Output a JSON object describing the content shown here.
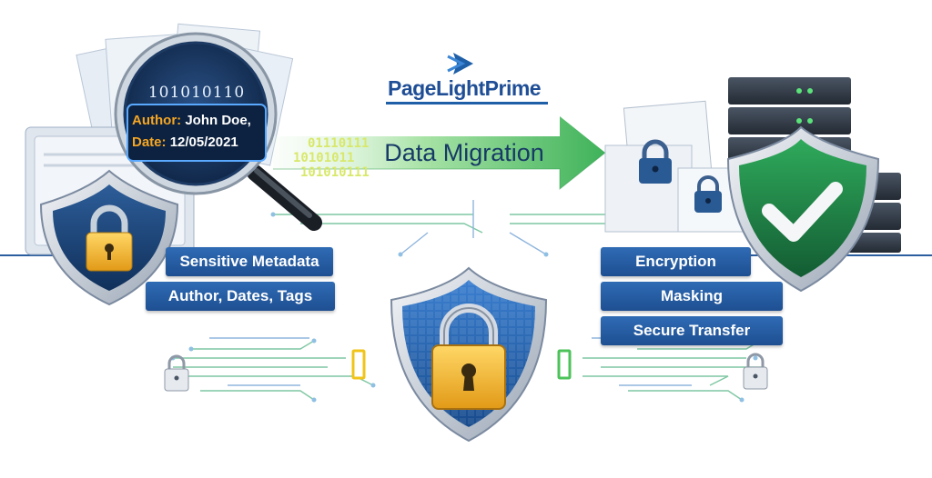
{
  "logo": {
    "text": "PageLightPrime"
  },
  "flow": {
    "arrow_label": "Data Migration",
    "bits": [
      "01110111",
      "10101011",
      "101010111"
    ]
  },
  "magnifier": {
    "binary": "101010110",
    "author_key": "Author:",
    "author_value": "John Doe,",
    "date_key": "Date:",
    "date_value": "12/05/2021"
  },
  "left_labels": {
    "primary": "Sensitive Metadata",
    "secondary": "Author, Dates, Tags"
  },
  "right_labels": [
    "Encryption",
    "Masking",
    "Secure Transfer"
  ],
  "colors": {
    "brand_blue": "#1f4e96",
    "label_blue": "#2a62a8",
    "arrow_green": "#5cc36b",
    "shield_green": "#1e8a4a",
    "padlock_gold": "#f2b532",
    "key_orange": "#f5a623"
  },
  "icons": [
    "document-stack-icon",
    "magnifier-icon",
    "shield-padlock-icon",
    "server-rack-icon",
    "shield-check-icon",
    "padlock-icon",
    "circuit-lines"
  ]
}
